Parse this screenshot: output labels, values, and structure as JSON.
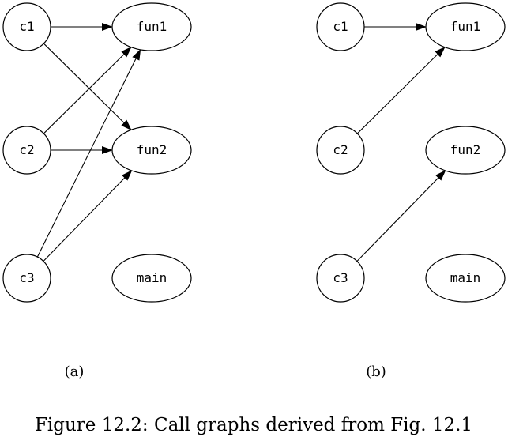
{
  "panels": [
    {
      "label": "(a)",
      "nodes": [
        {
          "id": "c1",
          "label": "c1"
        },
        {
          "id": "c2",
          "label": "c2"
        },
        {
          "id": "c3",
          "label": "c3"
        },
        {
          "id": "fun1",
          "label": "fun1"
        },
        {
          "id": "fun2",
          "label": "fun2"
        },
        {
          "id": "main",
          "label": "main"
        }
      ],
      "edges": [
        {
          "from": "c1",
          "to": "fun1"
        },
        {
          "from": "c1",
          "to": "fun2"
        },
        {
          "from": "c2",
          "to": "fun1"
        },
        {
          "from": "c2",
          "to": "fun2"
        },
        {
          "from": "c3",
          "to": "fun1"
        },
        {
          "from": "c3",
          "to": "fun2"
        }
      ]
    },
    {
      "label": "(b)",
      "nodes": [
        {
          "id": "c1",
          "label": "c1"
        },
        {
          "id": "c2",
          "label": "c2"
        },
        {
          "id": "c3",
          "label": "c3"
        },
        {
          "id": "fun1",
          "label": "fun1"
        },
        {
          "id": "fun2",
          "label": "fun2"
        },
        {
          "id": "main",
          "label": "main"
        }
      ],
      "edges": [
        {
          "from": "c1",
          "to": "fun1"
        },
        {
          "from": "c2",
          "to": "fun1"
        },
        {
          "from": "c3",
          "to": "fun2"
        }
      ]
    }
  ],
  "caption": "Figure 12.2: Call graphs derived from Fig. 12.1"
}
